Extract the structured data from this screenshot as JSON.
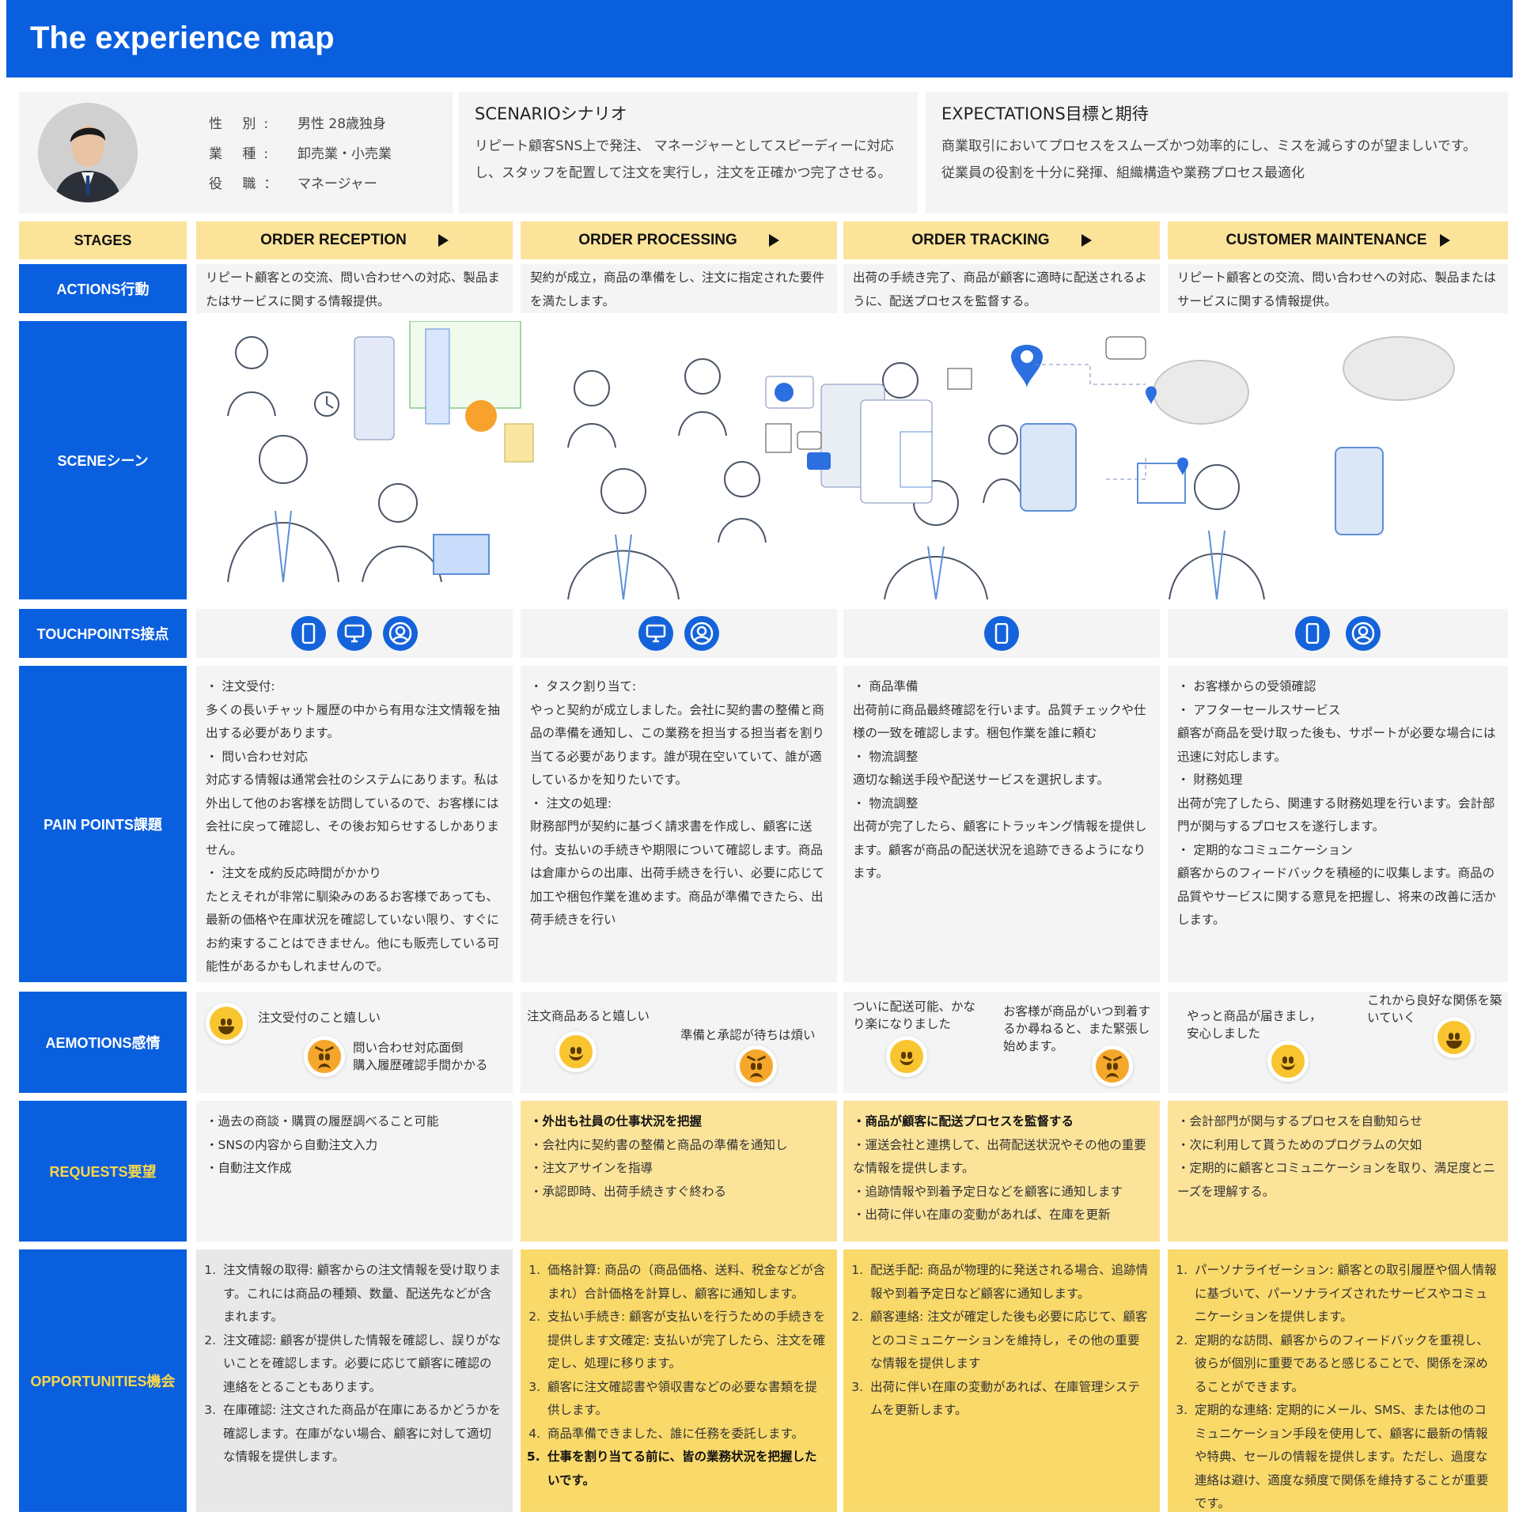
{
  "title": "The experience map",
  "persona": {
    "gender_label": "性 別:",
    "gender_value": "男性 28歳独身",
    "industry_label": "業 種:",
    "industry_value": "卸売業・小売業",
    "role_label": "役 職：",
    "role_value": "マネージャー"
  },
  "scenario": {
    "title": "SCENARIOシナリオ",
    "text": "リピート顧客SNS上で発注、 マネージャーとしてスピーディーに対応し、スタッフを配置して注文を実行し，注文を正確かつ完了させる。"
  },
  "expectations": {
    "title": "EXPECTATIONS目標と期待",
    "line1": "商業取引においてプロセスをスムーズかつ効率的にし、ミスを減らすのが望ましいです。",
    "line2": "従業員の役割を十分に発揮、組織構造や業務プロセス最適化"
  },
  "row_labels": {
    "stages": "STAGES",
    "actions": "ACTIONS行動",
    "scene": "SCENEシーン",
    "touchpoints": "TOUCHPOINTS接点",
    "pain_points": "PAIN POINTS課題",
    "emotions": "AEMOTIONS感情",
    "requests": "REQUESTS要望",
    "opportunities": "OPPORTUNITIES機会"
  },
  "stages": [
    "ORDER RECEPTION",
    "ORDER PROCESSING",
    "ORDER TRACKING",
    "CUSTOMER MAINTENANCE"
  ],
  "actions": [
    "リピート顧客との交流、問い合わせへの対応、製品またはサービスに関する情報提供。",
    "契約が成立，商品の準備をし、注文に指定された要件を満たします。",
    "出荷の手続き完了、商品が顧客に適時に配送されるように、配送プロセスを監督する。",
    "リピート顧客との交流、問い合わせへの対応、製品またはサービスに関する情報提供。"
  ],
  "touchpoints": [
    [
      "phone-icon",
      "desktop-icon",
      "person-icon"
    ],
    [
      "desktop-icon",
      "person-icon"
    ],
    [
      "phone-icon"
    ],
    [
      "phone-icon",
      "person-icon"
    ]
  ],
  "pain_points": {
    "c1": {
      "h1": "・ 注文受付:",
      "t1": "多くの長いチャット履歴の中から有用な注文情報を抽出する必要があります。",
      "h2": "・ 問い合わせ対応",
      "t2": "対応する情報は通常会社のシステムにあります。私は外出して他のお客様を訪問しているので、お客様には会社に戻って確認し、その後お知らせするしかありません。",
      "h3": "・ 注文を成約反応時間がかかり",
      "t3": "たとえそれが非常に馴染みのあるお客様であっても、最新の価格や在庫状況を確認していない限り、すぐにお約束することはできません。他にも販売している可能性があるかもしれませんので。"
    },
    "c2": {
      "h1": "・ タスク割り当て:",
      "t1": "やっと契約が成立しました。会社に契約書の整備と商品の準備を通知し、この業務を担当する担当者を割り当てる必要があります。誰が現在空いていて、誰が適しているかを知りたいです。",
      "h2": "・ 注文の処理:",
      "t2": "財務部門が契約に基づく請求書を作成し、顧客に送付。支払いの手続きや期限について確認します。商品は倉庫からの出庫、出荷手続きを行い、必要に応じて加工や梱包作業を進めます。商品が準備できたら、出荷手続きを行い"
    },
    "c3": {
      "h1": "・ 商品準備",
      "t1": "出荷前に商品最終確認を行います。品質チェックや仕様の一致を確認します。梱包作業を誰に頼む",
      "h2": "・ 物流調整",
      "t2": "適切な輸送手段や配送サービスを選択します。",
      "h3": "・ 物流調整",
      "t3": "出荷が完了したら、顧客にトラッキング情報を提供します。顧客が商品の配送状況を追跡できるようになります。"
    },
    "c4": {
      "h1": "・ お客様からの受領確認",
      "h2": "・ アフターセールスサービス",
      "t2": "顧客が商品を受け取った後も、サポートが必要な場合には迅速に対応します。",
      "h3": "・ 財務処理",
      "t3": "出荷が完了したら、関連する財務処理を行います。会計部門が関与するプロセスを遂行します。",
      "h4": "・ 定期的なコミュニケーション",
      "t4": "顧客からのフィードバックを積極的に収集します。商品の品質やサービスに関する意見を把握し、将来の改善に活かします。"
    }
  },
  "emotions": {
    "c1_pos": "注文受付のこと嬉しい",
    "c1_neg": "問い合わせ対応面倒\n購入履歴確認手間かかる",
    "c2_pos": "注文商品あると嬉しい",
    "c2_neg": "準備と承認が待ちは煩い",
    "c3_pos": "ついに配送可能、かなり楽になりました",
    "c3_neg": "お客様が商品がいつ到着するか尋ねると、また緊張し始めます。",
    "c4_pos": "やっと商品が届きまし，安心しました",
    "c4_pos2": "これから良好な関係を築いていく"
  },
  "requests": {
    "c1": [
      "過去の商談・購買の履歴調べること可能",
      "SNSの内容から自動注文入力",
      "自動注文作成"
    ],
    "c2": [
      "外出も社員の仕事状況を把握",
      "会社内に契約書の整備と商品の準備を通知し",
      "注文アサインを指導",
      "承認即時、出荷手続きすぐ終わる"
    ],
    "c3": [
      "商品が顧客に配送プロセスを監督する",
      "運送会社と連携して、出荷配送状況やその他の重要な情報を提供します。",
      "追跡情報や到着予定日などを顧客に通知します",
      "出荷に伴い在庫の変動があれば、在庫を更新"
    ],
    "c4": [
      "会計部門が関与するプロセスを自動知らせ",
      "次に利用して貰うためのプログラムの欠如",
      "定期的に顧客とコミュニケーションを取り、満足度とニーズを理解する。"
    ]
  },
  "opportunities": {
    "c1": [
      "注文情報の取得: 顧客からの注文情報を受け取ります。これには商品の種類、数量、配送先などが含まれます。",
      "注文確認: 顧客が提供した情報を確認し、誤りがないことを確認します。必要に応じて顧客に確認の連絡をとることもあります。",
      "在庫確認: 注文された商品が在庫にあるかどうかを確認します。在庫がない場合、顧客に対して適切な情報を提供します。"
    ],
    "c2": [
      "価格計算: 商品の（商品価格、送料、税金などが含まれ）合計価格を計算し、顧客に通知します。",
      "支払い手続き: 顧客が支払いを行うための手続きを提供します文確定: 支払いが完了したら、注文を確定し、処理に移ります。",
      "顧客に注文確認書や領収書などの必要な書類を提供します。",
      "商品準備できました、誰に任務を委託します。",
      "仕事を割り当てる前に、皆の業務状況を把握したいです。"
    ],
    "c3": [
      "配送手配: 商品が物理的に発送される場合、追跡情報や到着予定日など顧客に通知します。",
      "顧客連絡: 注文が確定した後も必要に応じて、顧客とのコミュニケーションを維持し，その他の重要な情報を提供します",
      "出荷に伴い在庫の変動があれば、在庫管理システムを更新します。"
    ],
    "c4": [
      "パーソナライゼーション: 顧客との取引履歴や個人情報に基づいて、パーソナライズされたサービスやコミュニケーションを提供します。",
      "定期的な訪問、顧客からのフィードバックを重視し、彼らが個別に重要であると感じることで、関係を深めることができます。",
      "定期的な連絡: 定期的にメール、SMS、または他のコミュニケーション手段を使用して、顧客に最新の情報や特典、セールの情報を提供します。ただし、過度な連絡は避け、適度な頻度で関係を維持することが重要です。"
    ]
  },
  "colors": {
    "primary_blue": "#0a5fdf",
    "stage_yellow": "#fbe39a",
    "opportunity_yellow": "#f9d96a",
    "label_yellow_text": "#f9d64a"
  }
}
